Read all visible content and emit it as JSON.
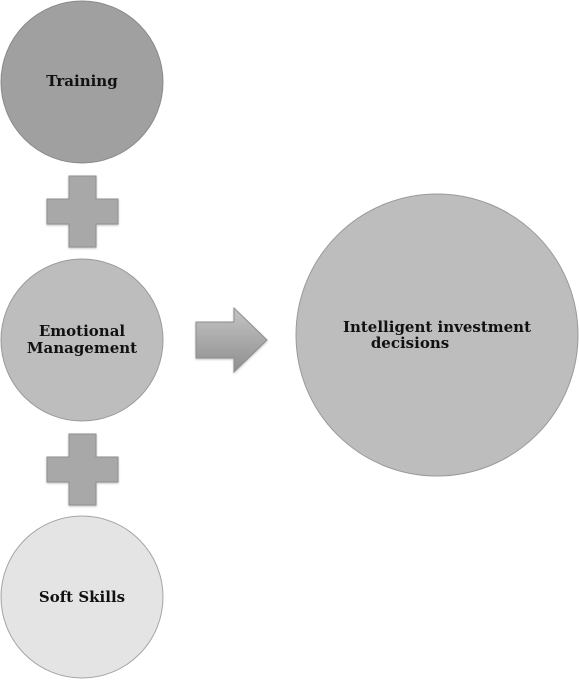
{
  "nodes": {
    "training": {
      "label": "Training",
      "fill": "#a0a0a0"
    },
    "emotional": {
      "line1": "Emotional",
      "line2": "Management",
      "fill": "#bdbdbd"
    },
    "soft_skills": {
      "label": "Soft Skills",
      "fill": "#e4e4e4"
    },
    "outcome": {
      "line1": "Intelligent investment",
      "line2": "decisions",
      "fill": "#bdbdbd"
    }
  },
  "connectors": {
    "plus_fill": "#a8a8a8",
    "arrow_fill": "#a8a8a8"
  }
}
